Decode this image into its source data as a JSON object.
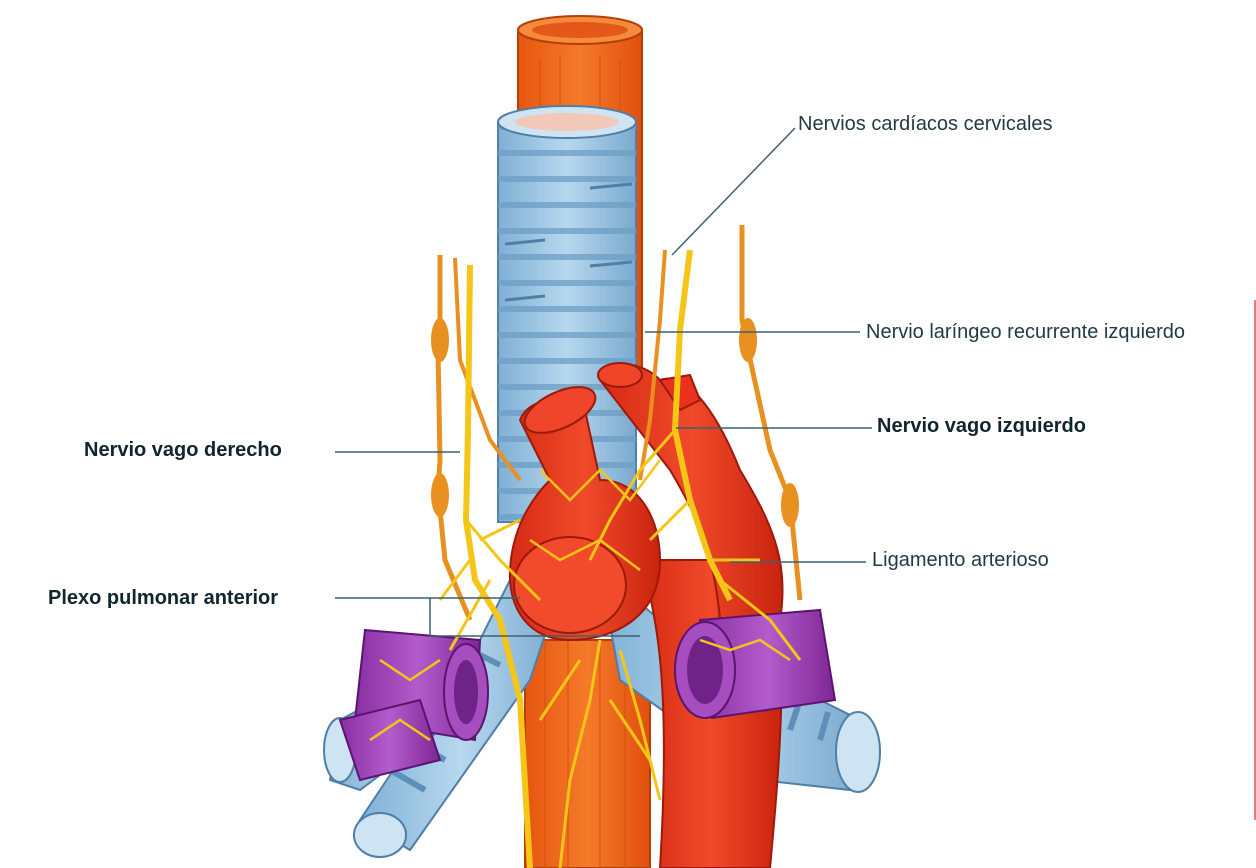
{
  "labels": {
    "cardiac_cervical": "Nervios cardíacos cervicales",
    "left_recurrent_laryngeal": "Nervio laríngeo recurrente izquierdo",
    "left_vagus": "Nervio vago izquierdo",
    "right_vagus": "Nervio vago derecho",
    "ligament": "Ligamento arterioso",
    "anterior_pulmonary_plexus": "Plexo pulmonar anterior"
  },
  "colors": {
    "esophagus": "#f26a1b",
    "trachea": "#9cc6e4",
    "aorta": "#e8321e",
    "pulmonary_veins": "#9b3fb0",
    "nerve_yellow": "#f5c518",
    "nerve_orange": "#e89020",
    "leader_line": "#3d6070"
  }
}
